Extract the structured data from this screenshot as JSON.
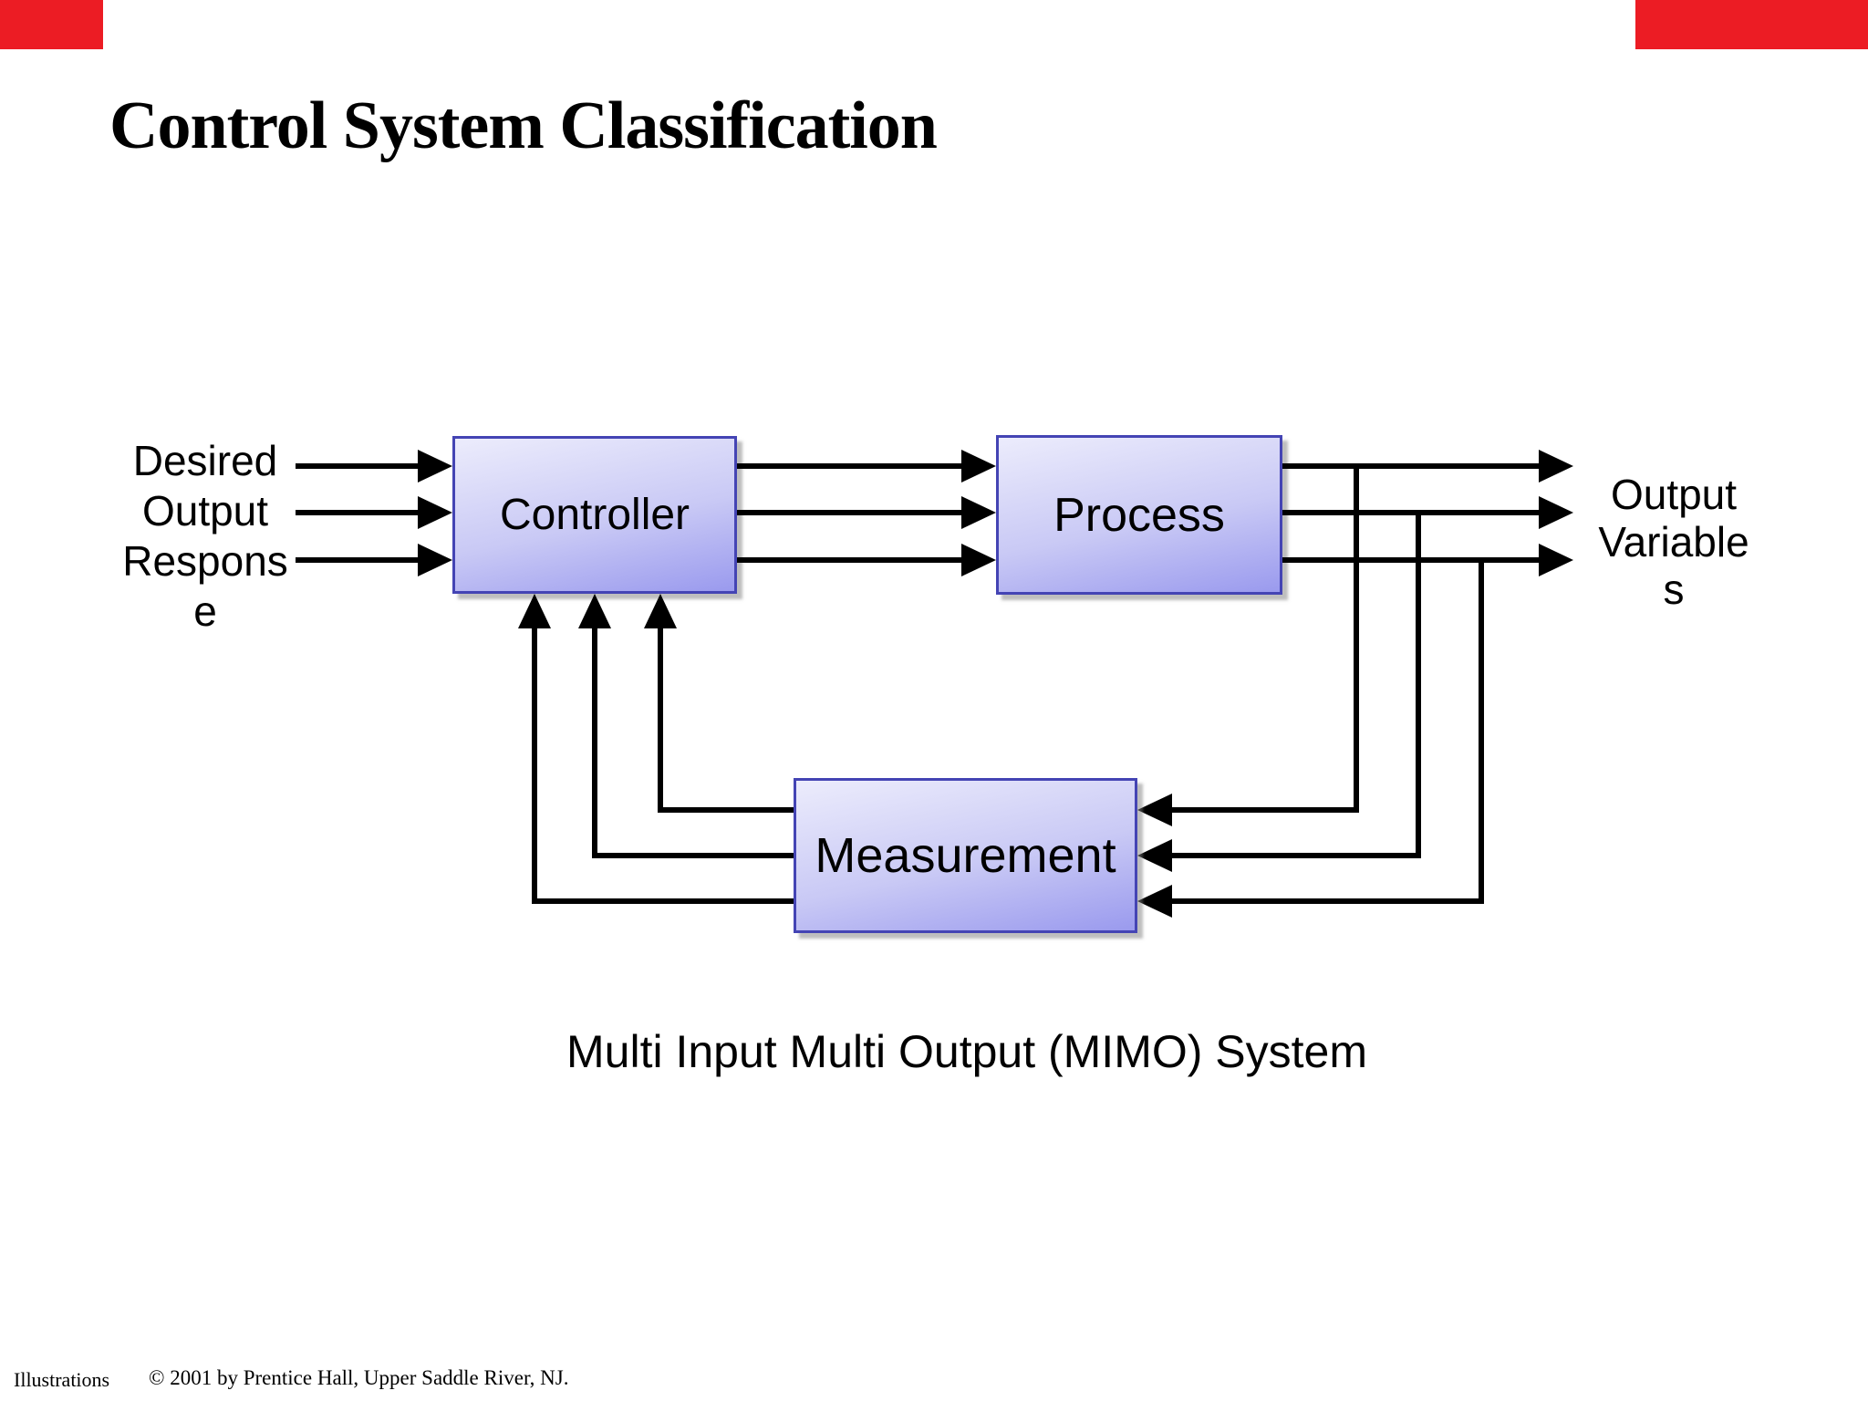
{
  "title": "Control System Classification",
  "caption": "Multi Input Multi Output (MIMO) System",
  "diagram": {
    "blocks": {
      "controller": {
        "label": "Controller"
      },
      "process": {
        "label": "Process"
      },
      "measurement": {
        "label": "Measurement"
      }
    },
    "input_label_lines": [
      "Desired",
      "Output",
      "Respons",
      "e"
    ],
    "output_label_lines": [
      "Output",
      "Variable",
      "s"
    ]
  },
  "footer": {
    "label": "Illustrations",
    "copyright": "© 2001 by Prentice Hall, Upper Saddle River, NJ."
  },
  "colors": {
    "accent": "#ec1c24",
    "box-border": "#4444b4",
    "box-fill-top": "#ececfc",
    "box-fill-bottom": "#9a9aee",
    "line": "#000000"
  }
}
